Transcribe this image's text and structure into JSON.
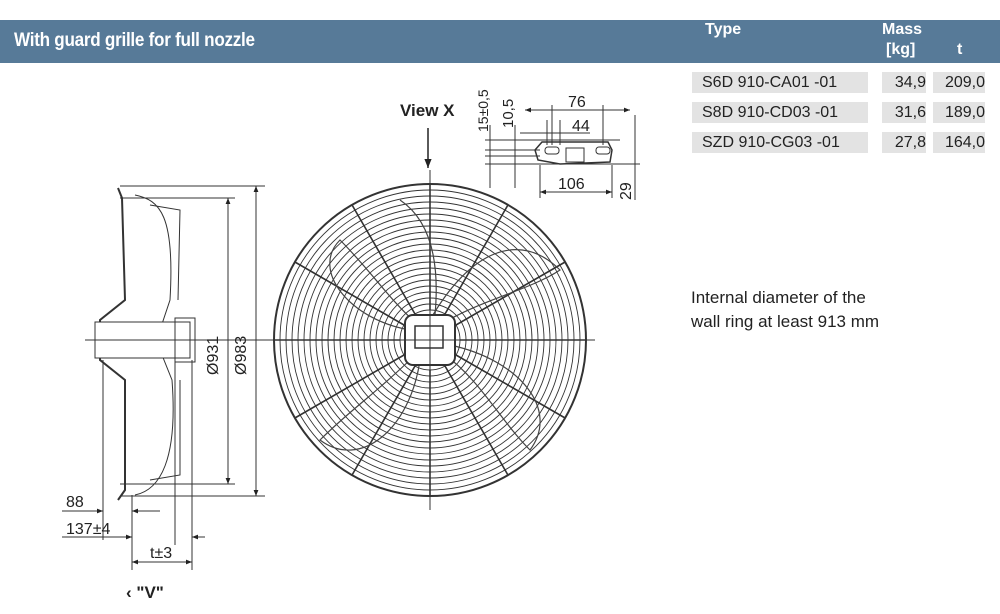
{
  "header": {
    "title": "With guard grille for full nozzle"
  },
  "table": {
    "col_type": "Type",
    "col_mass": "Mass",
    "col_mass_unit": "[kg]",
    "col_t": "t",
    "rows": [
      {
        "type": "S6D 910-CA01  -01",
        "mass": "34,9",
        "t": "209,0"
      },
      {
        "type": "S8D 910-CD03  -01",
        "mass": "31,6",
        "t": "189,0"
      },
      {
        "type": "SZD 910-CG03  -01",
        "mass": "27,8",
        "t": "164,0"
      }
    ]
  },
  "note": {
    "line1": "Internal diameter of the",
    "line2": "wall ring at least 913 mm"
  },
  "drawing": {
    "view_x": "View X",
    "dim_15": "15±0,5",
    "dim_10_5": "10,5",
    "dim_76": "76",
    "dim_44": "44",
    "dim_106": "106",
    "dim_29": "29",
    "dim_931": "Ø931",
    "dim_983": "Ø983",
    "dim_88": "88",
    "dim_137": "137±4",
    "dim_t": "t±3",
    "view_v": "‹ \"V\""
  }
}
